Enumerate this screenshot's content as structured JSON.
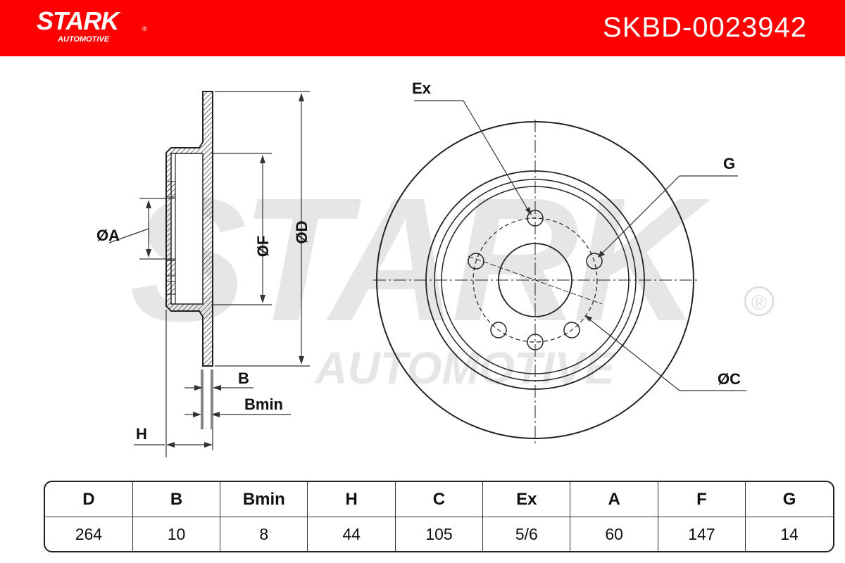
{
  "header": {
    "brand": "STARK",
    "brand_sub": "AUTOMOTIVE",
    "reg_mark": "®",
    "part_number": "SKBD-0023942",
    "background_color": "#ff0000"
  },
  "watermark": {
    "brand": "STARK",
    "brand_sub": "AUTOMOTIVE",
    "reg_mark": "®"
  },
  "drawing_labels": {
    "diameter_a": "ØA",
    "diameter_f": "ØF",
    "diameter_d": "ØD",
    "thickness_b": "B",
    "min_thickness": "Bmin",
    "height_h": "H",
    "bolt_holes": "Ex",
    "hole_diameter": "G",
    "pitch_circle": "ØC"
  },
  "specs": {
    "headers": [
      "D",
      "B",
      "Bmin",
      "H",
      "C",
      "Ex",
      "A",
      "F",
      "G"
    ],
    "values": [
      "264",
      "10",
      "8",
      "44",
      "105",
      "5/6",
      "60",
      "147",
      "14"
    ]
  }
}
